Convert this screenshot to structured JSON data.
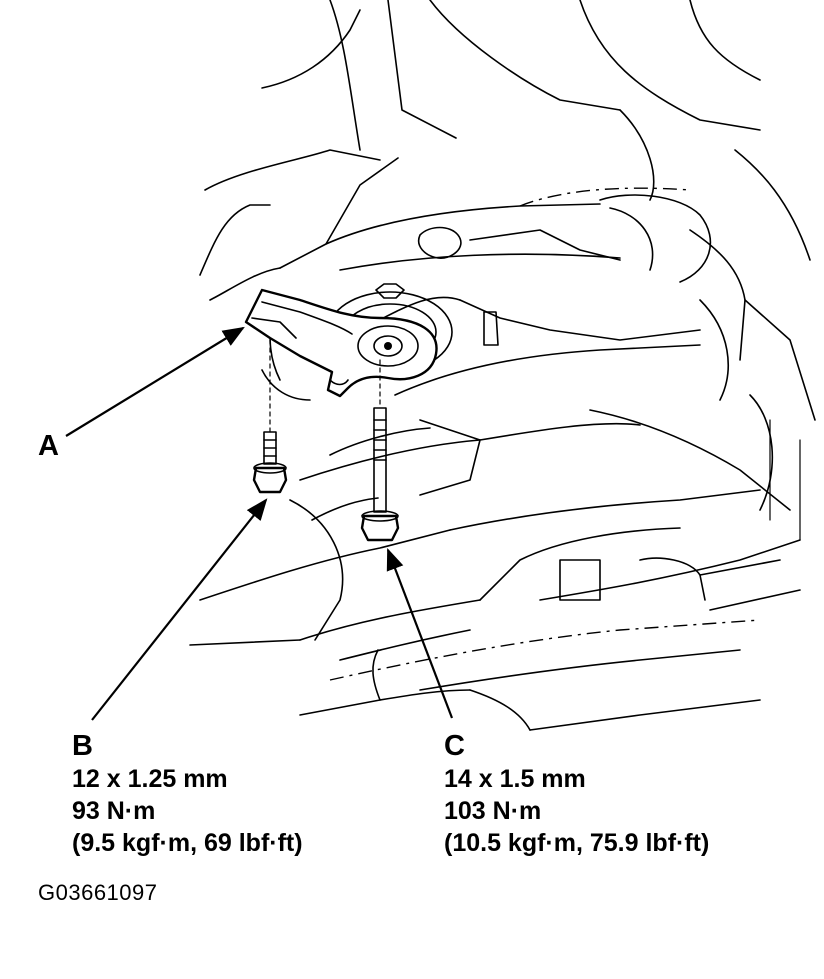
{
  "callouts": {
    "a": {
      "letter": "A"
    },
    "b": {
      "letter": "B",
      "size": "12 x 1.25 mm",
      "torque": "93 N·m",
      "torque_alt": "(9.5 kgf·m, 69 lbf·ft)"
    },
    "c": {
      "letter": "C",
      "size": "14 x 1.5 mm",
      "torque": "103 N·m",
      "torque_alt": "(10.5 kgf·m, 75.9 lbf·ft)"
    }
  },
  "figure_id": "G03661097"
}
